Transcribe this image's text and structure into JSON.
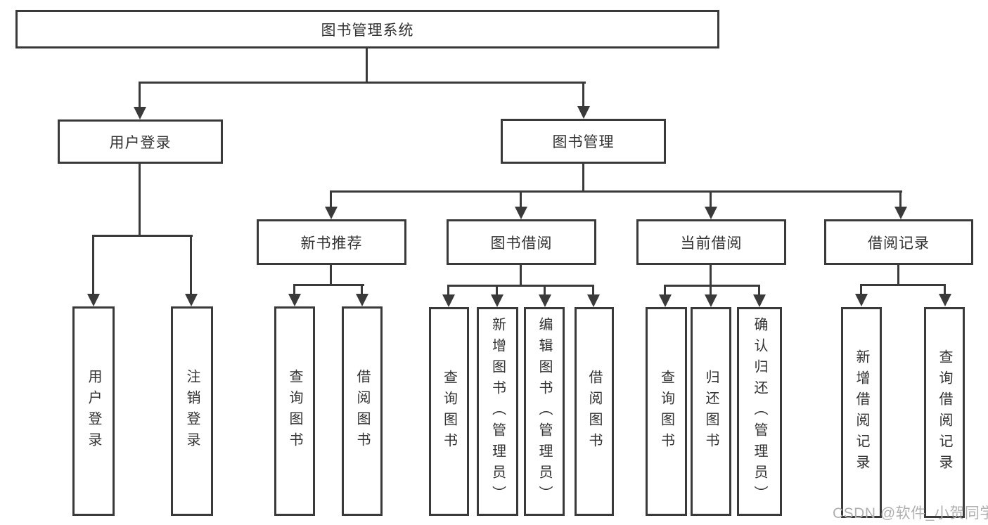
{
  "diagram": {
    "title": "图书管理系统",
    "tree": {
      "label": "图书管理系统",
      "children": [
        {
          "label": "用户登录",
          "children": [
            {
              "label": "用户登录"
            },
            {
              "label": "注销登录"
            }
          ]
        },
        {
          "label": "图书管理",
          "children": [
            {
              "label": "新书推荐",
              "children": [
                {
                  "label": "查询图书"
                },
                {
                  "label": "借阅图书"
                }
              ]
            },
            {
              "label": "图书借阅",
              "children": [
                {
                  "label": "查询图书"
                },
                {
                  "label": "新增图书（管理员）"
                },
                {
                  "label": "编辑图书（管理员）"
                },
                {
                  "label": "借阅图书"
                }
              ]
            },
            {
              "label": "当前借阅",
              "children": [
                {
                  "label": "查询图书"
                },
                {
                  "label": "归还图书"
                },
                {
                  "label": "确认归还（管理员）"
                }
              ]
            },
            {
              "label": "借阅记录",
              "children": [
                {
                  "label": "新增借阅记录"
                },
                {
                  "label": "查询借阅记录"
                }
              ]
            }
          ]
        }
      ]
    }
  },
  "watermark": "CSDN @软件_小贺同学",
  "colors": {
    "line": "#3a3a3a",
    "text": "#323232",
    "watermark": "#b0b0b0",
    "background": "#ffffff"
  }
}
